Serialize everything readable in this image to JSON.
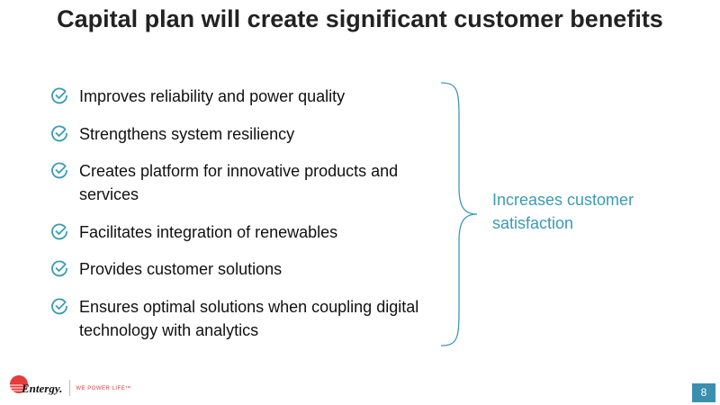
{
  "title": "Capital plan will create significant customer benefits",
  "bullets": [
    {
      "icon": "check-circle-icon",
      "text": "Improves reliability and power quality"
    },
    {
      "icon": "check-circle-icon",
      "text": "Strengthens system resiliency"
    },
    {
      "icon": "check-circle-icon",
      "text": "Creates platform for innovative  products and services"
    },
    {
      "icon": "check-circle-icon",
      "text": "Facilitates integration of renewables"
    },
    {
      "icon": "check-circle-icon",
      "text": "Provides customer solutions"
    },
    {
      "icon": "check-circle-icon",
      "text": "Ensures optimal solutions when coupling digital technology with analytics"
    }
  ],
  "result_text": "Increases customer satisfaction",
  "footer": {
    "logo_name": "Entergy.",
    "tagline": "WE POWER LIFE™",
    "page_number": "8"
  },
  "colors": {
    "accent": "#3a9bb5",
    "page_box": "#3a8fb0",
    "logo_red": "#e43b3b"
  }
}
